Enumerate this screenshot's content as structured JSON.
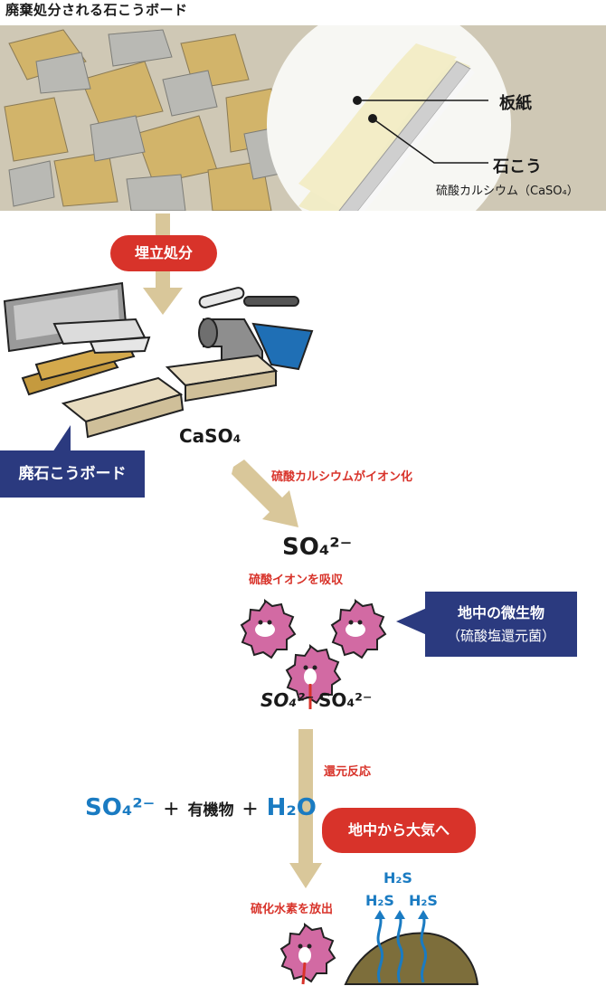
{
  "title": "廃棄処分される石こうボード",
  "board_labels": {
    "paper": "板紙",
    "gypsum": "石こう",
    "gypsum_chem": "硫酸カルシウム（CaSO₄）"
  },
  "landfill_label": "埋立処分",
  "waste_label": "廃石こうボード",
  "caso4": "CaSO₄",
  "ionize_text": "硫酸カルシウムがイオン化",
  "sulfate_ion": "SO₄²⁻",
  "absorb_text": "硫酸イオンを吸収",
  "microbe_box": {
    "line1": "地中の微生物",
    "line2": "（硫酸塩還元菌）"
  },
  "reduction_text": "還元反応",
  "equation": {
    "so4": "SO₄²⁻",
    "plus1": "＋",
    "organic": "有機物",
    "plus2": "＋",
    "h2o": "H₂O"
  },
  "atmosphere_label": "地中から大気へ",
  "release_text": "硫化水素を放出",
  "h2s_labels": [
    "H₂S",
    "H₂S",
    "H₂S"
  ],
  "colors": {
    "accent_red": "#d8332a",
    "navy": "#2b3a7f",
    "arrow_tan": "#d9c79a",
    "blue": "#1a7bc2",
    "microbe_pink": "#d26aa3"
  }
}
